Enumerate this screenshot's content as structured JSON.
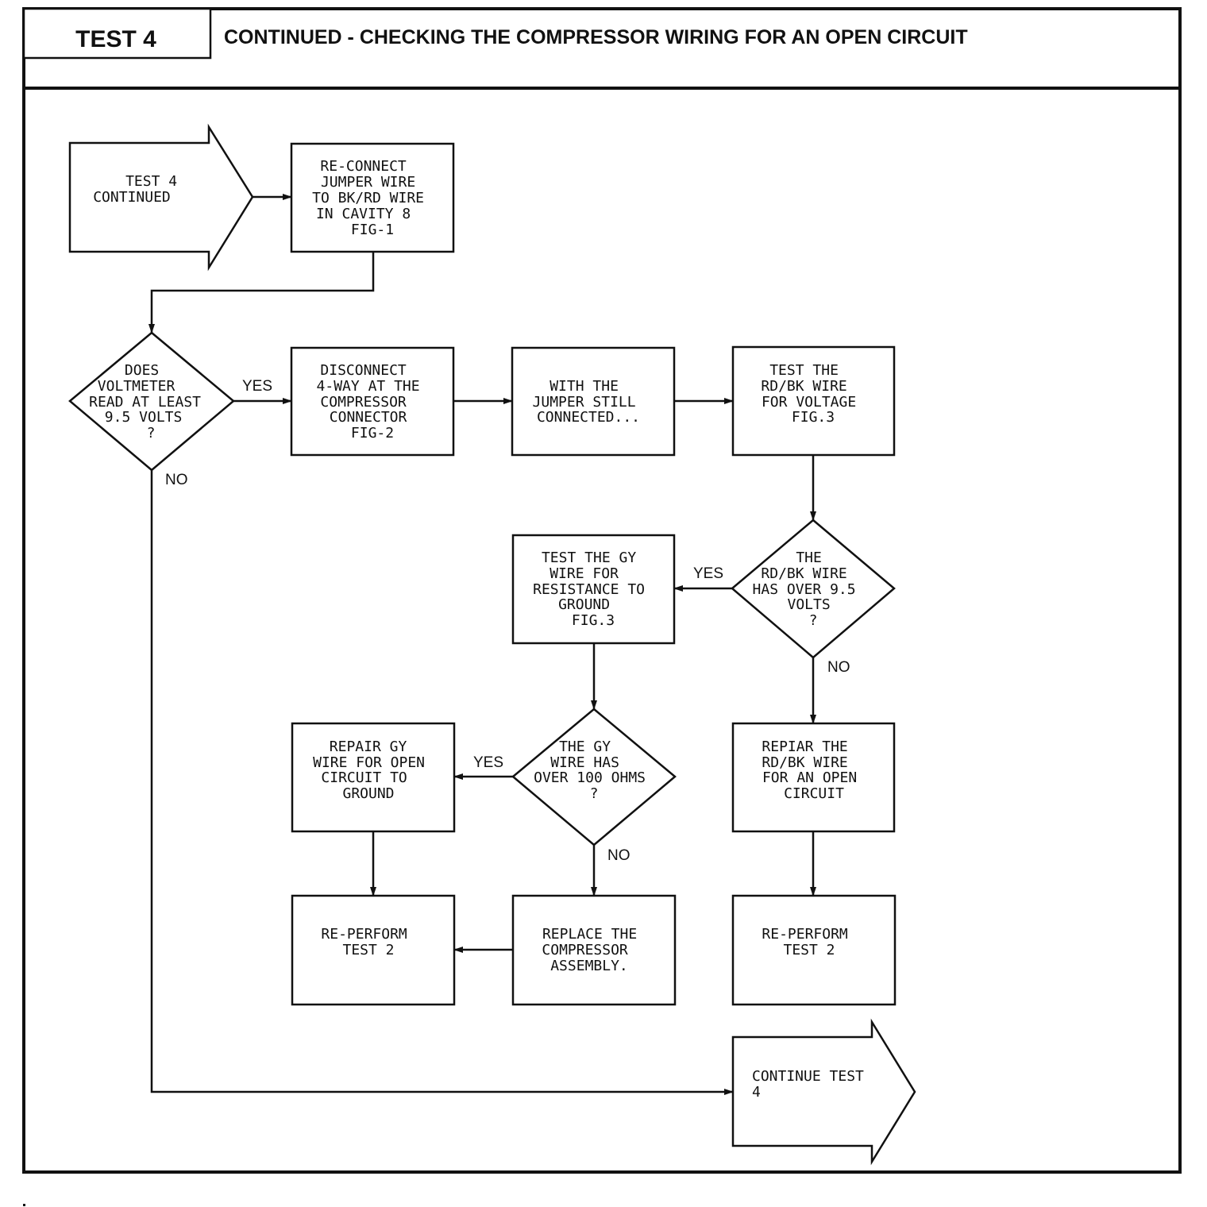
{
  "header": {
    "test_label": "TEST 4",
    "title": "CONTINUED - CHECKING THE COMPRESSOR WIRING FOR AN OPEN CIRCUIT"
  },
  "nodes": {
    "start": [
      "TEST 4",
      "CONTINUED"
    ],
    "reconnect": [
      "RE-CONNECT",
      "JUMPER WIRE",
      "TO BK/RD WIRE",
      "IN CAVITY 8",
      "FIG-1"
    ],
    "voltmeter": [
      "DOES",
      "VOLTMETER",
      "READ AT LEAST",
      "9.5 VOLTS",
      "?"
    ],
    "disconnect": [
      "DISCONNECT",
      "4-WAY AT THE",
      "COMPRESSOR",
      "CONNECTOR",
      "FIG-2"
    ],
    "jumper": [
      "WITH THE",
      "JUMPER STILL",
      "CONNECTED..."
    ],
    "test_rdbk": [
      "TEST THE",
      "RD/BK WIRE",
      "FOR VOLTAGE",
      "FIG.3"
    ],
    "rdbk_over": [
      "THE",
      "RD/BK WIRE",
      "HAS OVER 9.5",
      "VOLTS",
      "?"
    ],
    "test_gy": [
      "TEST THE GY",
      "WIRE FOR",
      "RESISTANCE TO",
      "GROUND",
      "FIG.3"
    ],
    "gy_over": [
      "THE GY",
      "WIRE HAS",
      "OVER 100 OHMS",
      "?"
    ],
    "repair_gy": [
      "REPAIR GY",
      "WIRE FOR OPEN",
      "CIRCUIT TO",
      "GROUND"
    ],
    "repair_rdbk": [
      "REPIAR THE",
      "RD/BK WIRE",
      "FOR AN OPEN",
      "CIRCUIT"
    ],
    "reperform_left": [
      "RE-PERFORM",
      "TEST 2"
    ],
    "replace": [
      "REPLACE THE",
      "COMPRESSOR",
      "ASSEMBLY."
    ],
    "reperform_right": [
      "RE-PERFORM",
      "TEST 2"
    ],
    "continue": [
      "CONTINUE TEST",
      "4"
    ]
  },
  "edge_labels": {
    "voltmeter_yes": "YES",
    "voltmeter_no": "NO",
    "rdbk_yes": "YES",
    "rdbk_no": "NO",
    "gy_yes": "YES",
    "gy_no": "NO"
  }
}
